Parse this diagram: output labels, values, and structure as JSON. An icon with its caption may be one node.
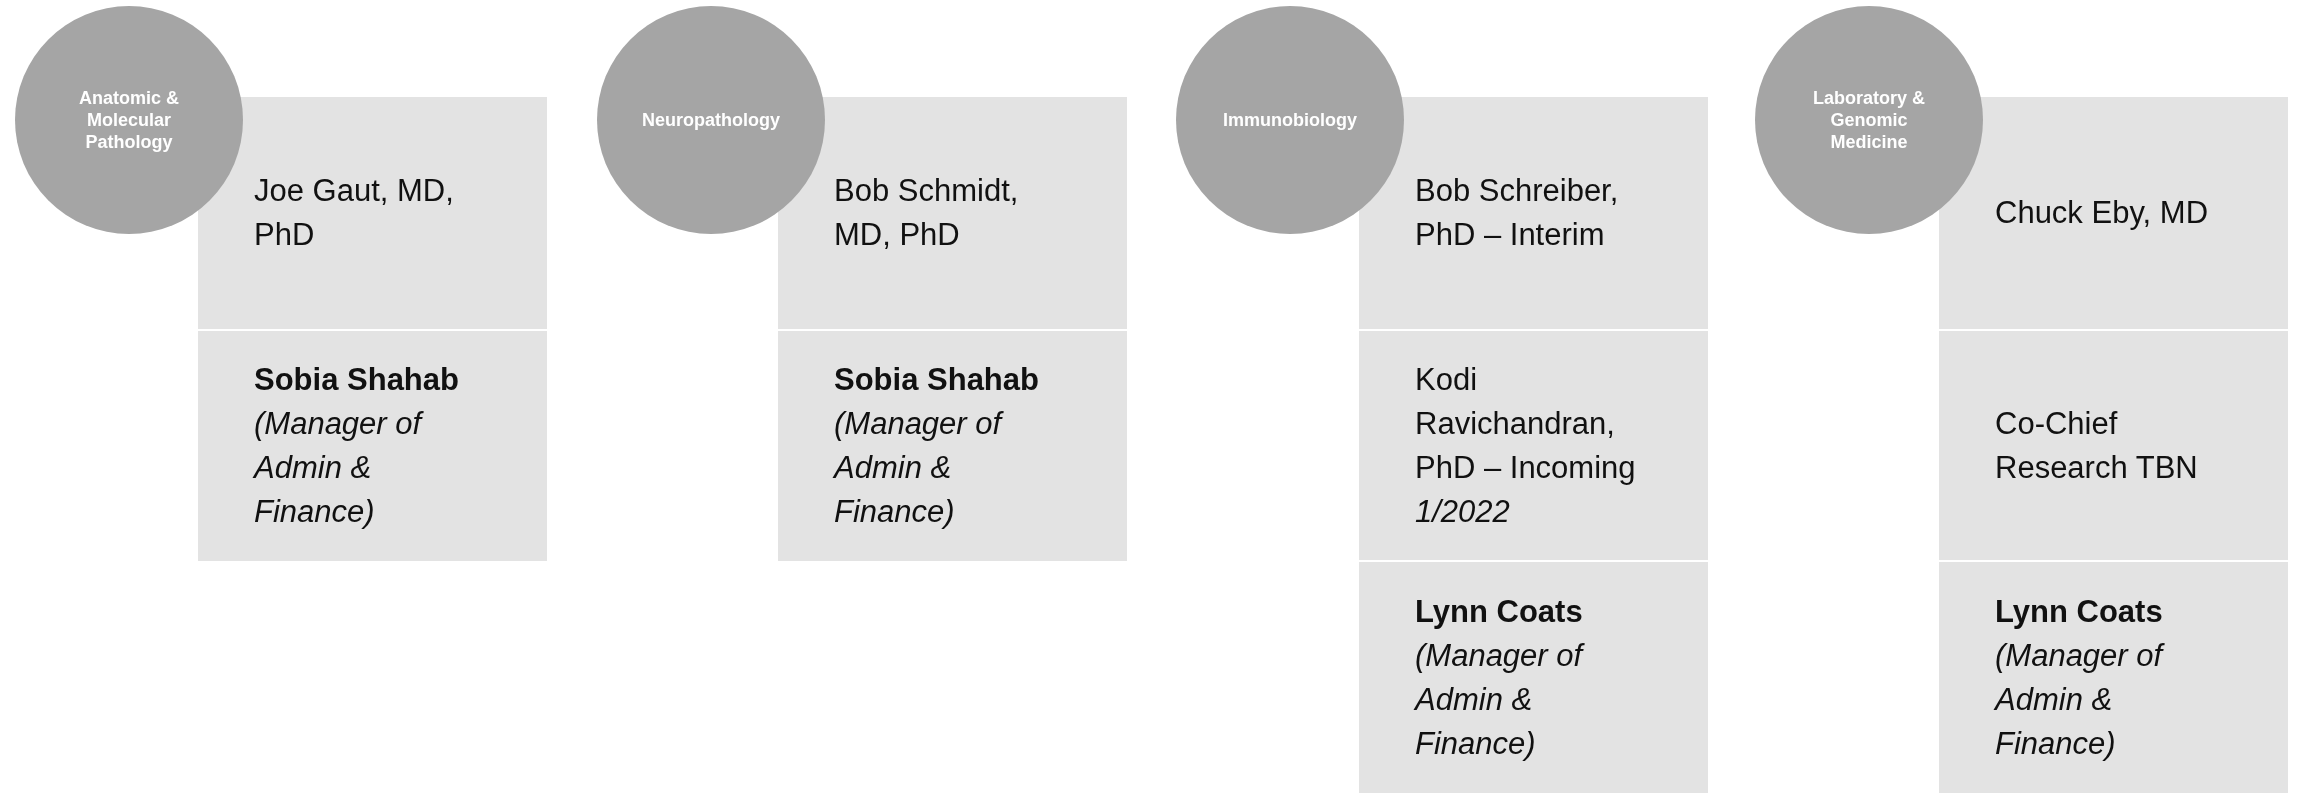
{
  "diagram": {
    "nodes": [
      {
        "text": [
          "Anatomic & Molecular Pathology"
        ]
      },
      {
        "text": [
          "Joe Gaut, MD, PhD"
        ]
      },
      {
        "text": [
          "Sobia Shahab",
          "(Manager of Admin & Finance)"
        ]
      },
      {
        "text": [
          "Neuropathology"
        ]
      },
      {
        "text": [
          "Bob Schmidt, MD, PhD"
        ]
      },
      {
        "text": [
          "Sobia Shahab",
          "(Manager of Admin & Finance)"
        ]
      },
      {
        "text": [
          "Immunobiology"
        ]
      },
      {
        "text": [
          "Bob Schreiber, PhD – Interim"
        ]
      },
      {
        "text": [
          "Kodi Ravichandran, PhD – Incoming *1/2022*"
        ]
      },
      {
        "text": [
          "Lynn Coats",
          "(Manager of Admin & Finance)"
        ]
      },
      {
        "text": [
          "Laboratory & Genomic Medicine"
        ]
      },
      {
        "text": [
          "Chuck Eby, MD"
        ]
      },
      {
        "text": [
          "Co-Chief Research TBN"
        ]
      },
      {
        "text": [
          "Lynn Coats",
          "(Manager of Admin & Finance)"
        ]
      }
    ]
  }
}
